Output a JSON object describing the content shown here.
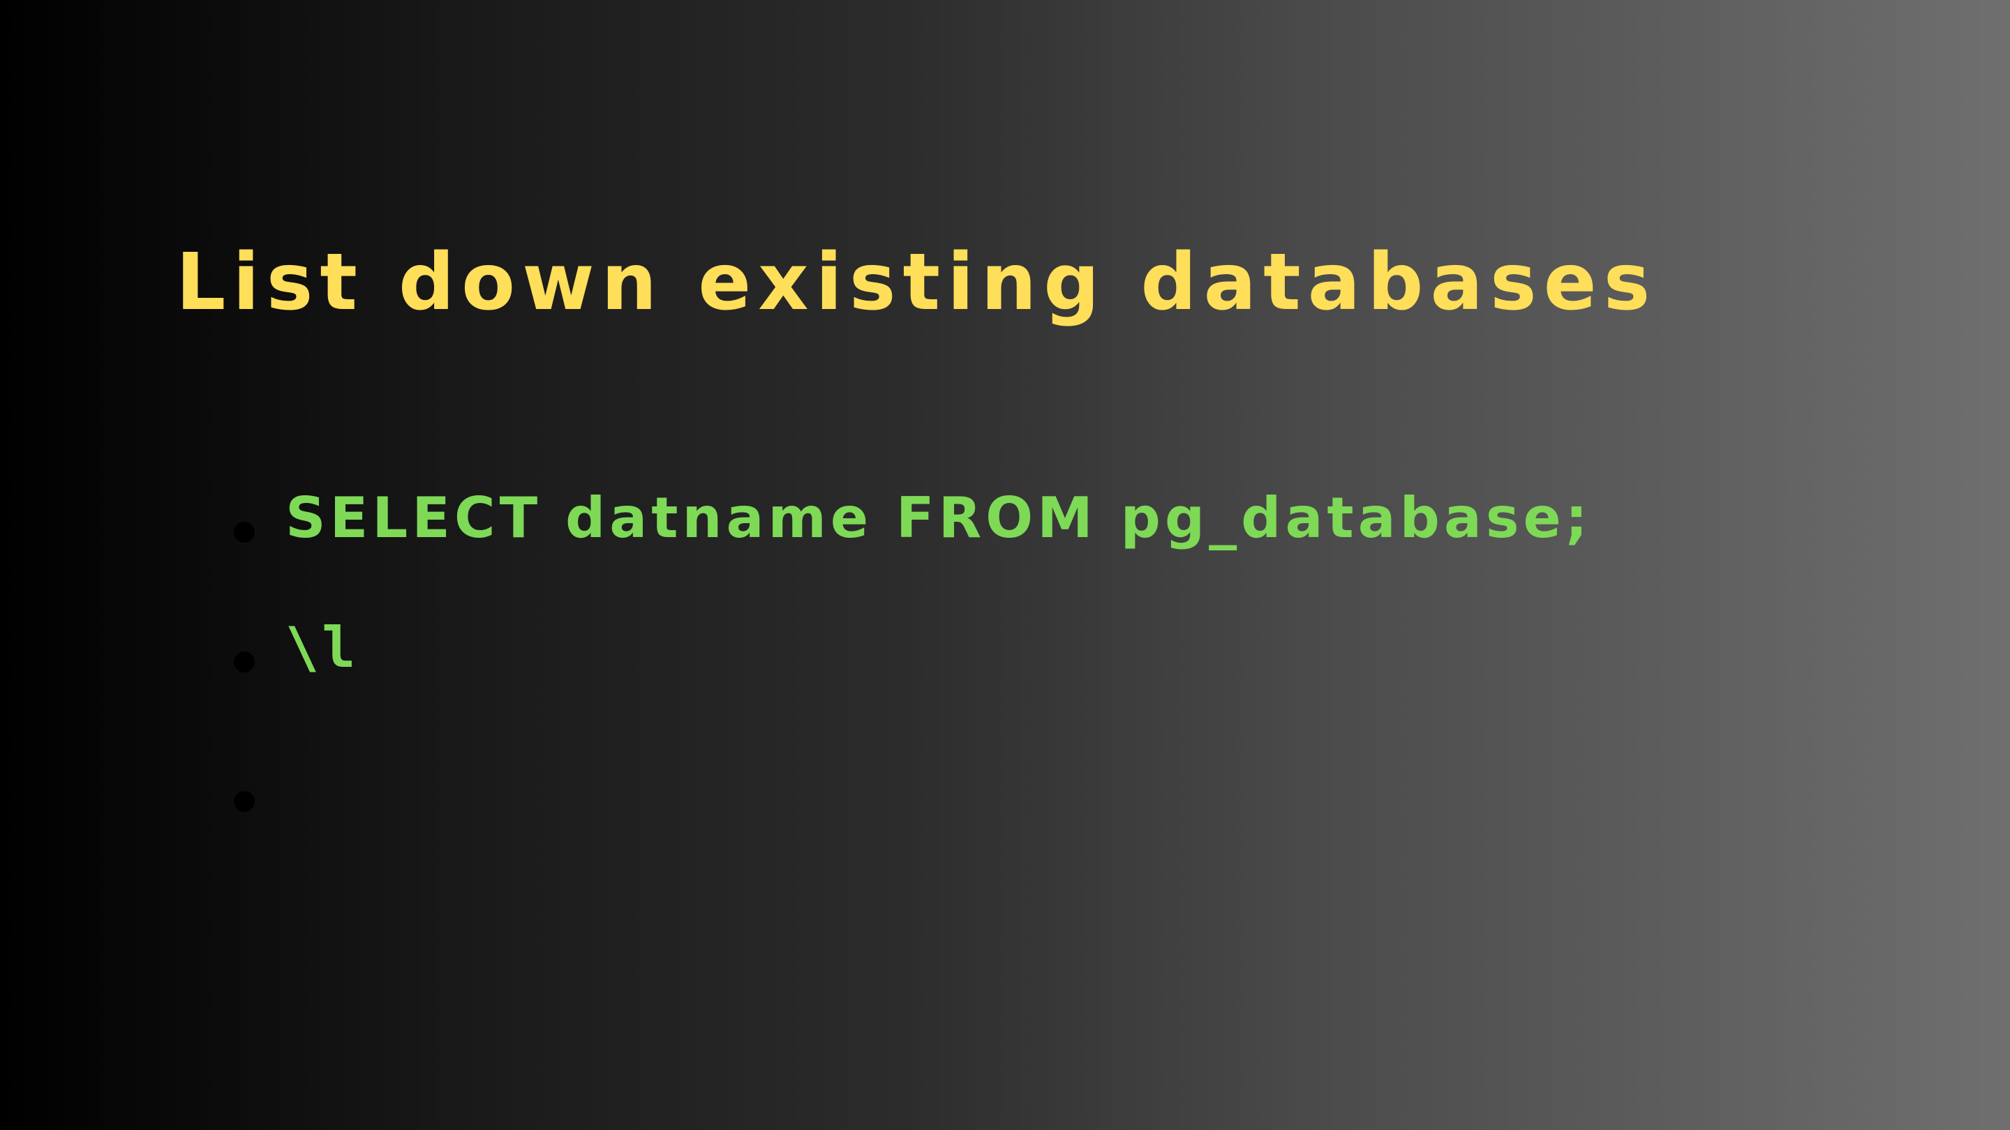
{
  "slide": {
    "title": "List down existing databases",
    "items": [
      {
        "text": "SELECT datname FROM pg_database;"
      },
      {
        "text": "\\l"
      },
      {
        "text": ""
      }
    ]
  },
  "colors": {
    "title": "#ffde59",
    "code": "#7ed957",
    "bullet": "#000000"
  }
}
